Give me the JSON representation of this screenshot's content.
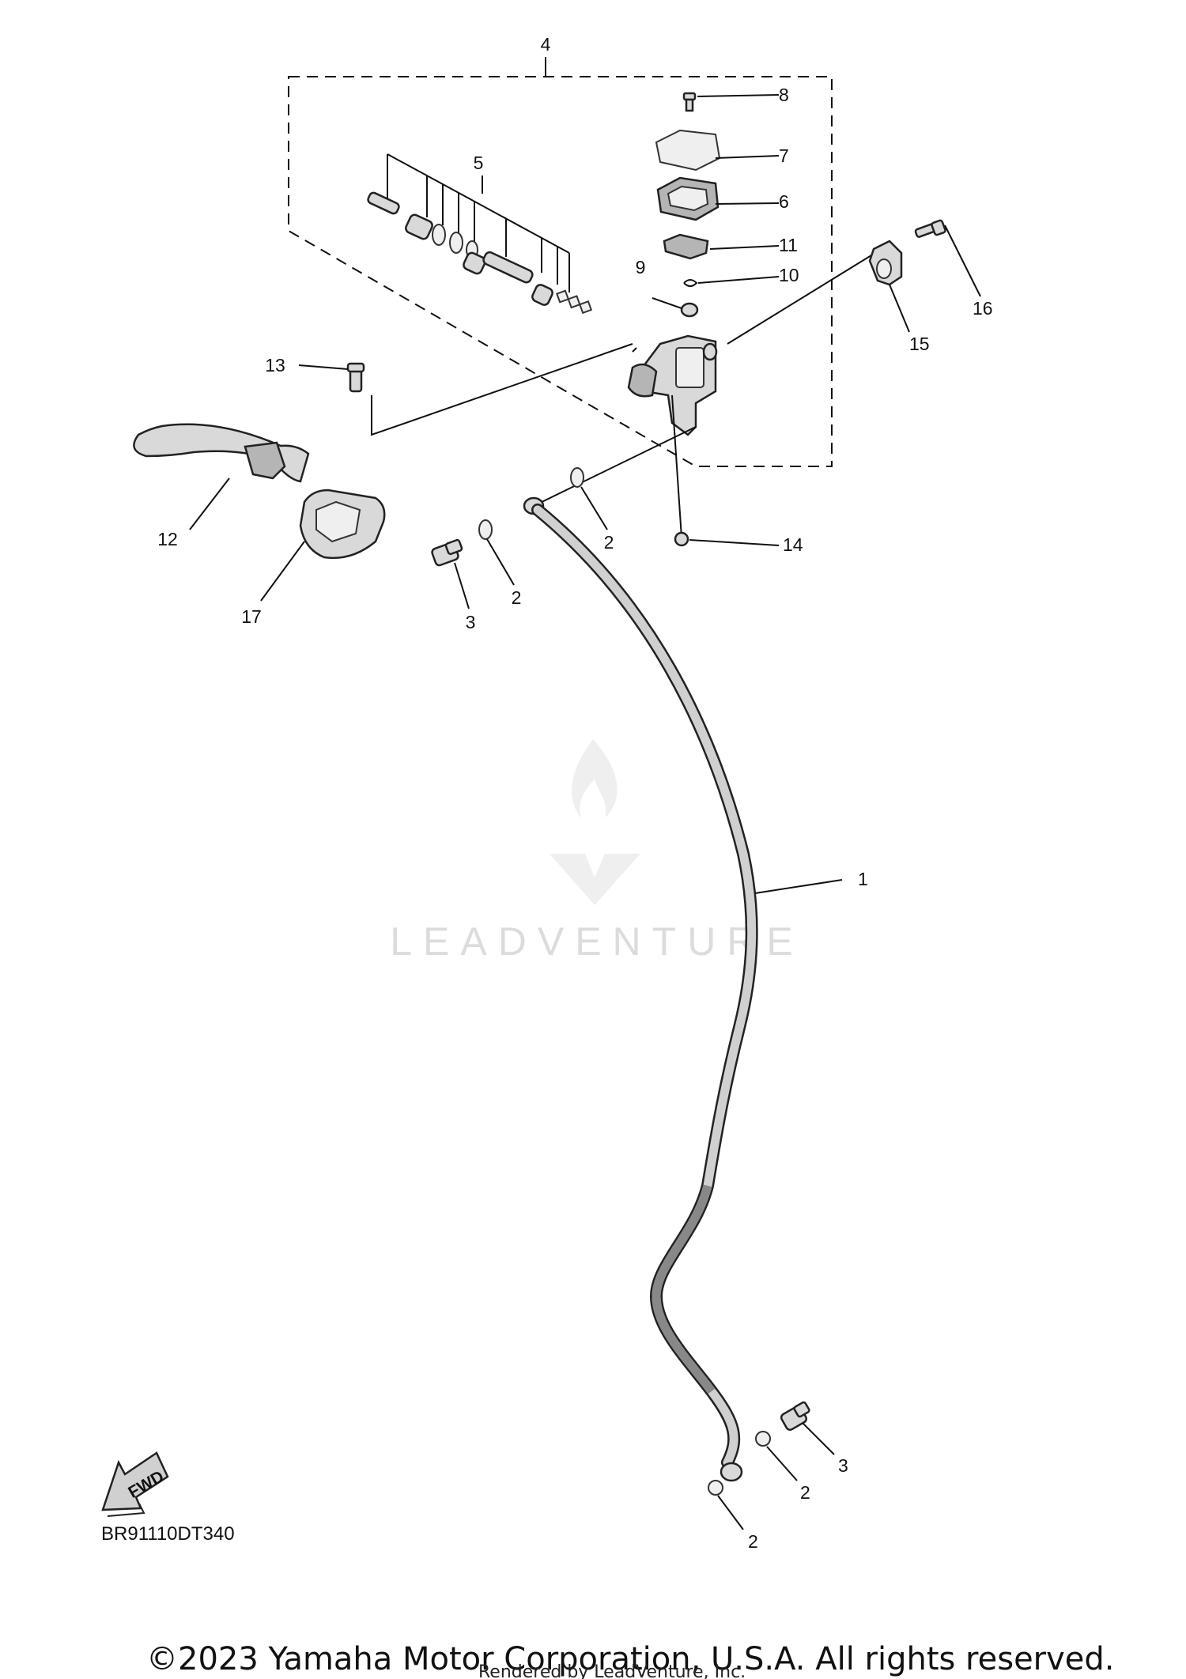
{
  "diagram_code": "BR91110DT340",
  "copyright": "©2023 Yamaha Motor Corporation, U.S.A. All rights reserved.",
  "rendered_by": "Rendered by LeadVenture, Inc.",
  "watermark": "LEADVENTURE",
  "fwd_label": "FWD",
  "callouts": {
    "c1": "1",
    "c2a": "2",
    "c2b": "2",
    "c2c": "2",
    "c2d": "2",
    "c3a": "3",
    "c3b": "3",
    "c4": "4",
    "c5": "5",
    "c6": "6",
    "c7": "7",
    "c8": "8",
    "c9": "9",
    "c10": "10",
    "c11": "11",
    "c12": "12",
    "c13": "13",
    "c14": "14",
    "c15": "15",
    "c16": "16",
    "c17": "17"
  }
}
